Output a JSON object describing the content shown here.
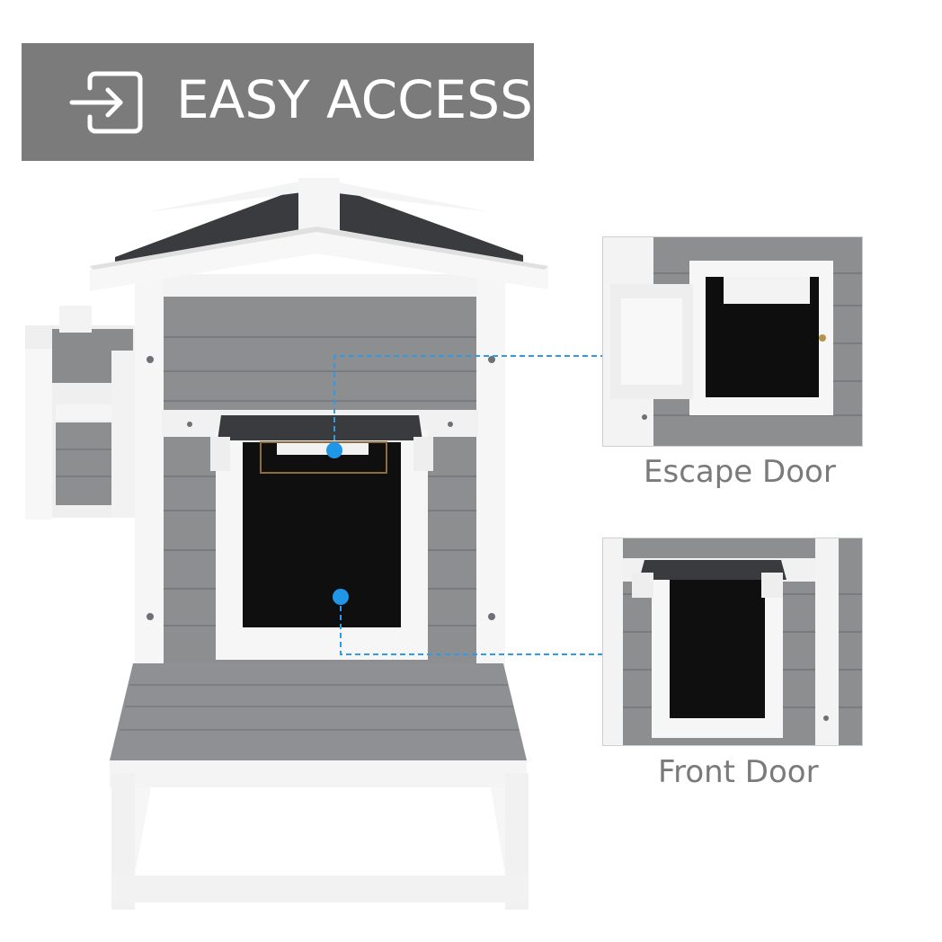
{
  "banner": {
    "title": "EASY ACCESS",
    "icon": "sign-in-icon",
    "background_color": "#7b7b7b",
    "text_color": "#ffffff"
  },
  "callouts": [
    {
      "label": "Escape Door",
      "marker_color": "#1f96e8"
    },
    {
      "label": "Front Door",
      "marker_color": "#1f96e8"
    }
  ],
  "colors": {
    "wall_gray": "#8d8e90",
    "trim_white": "#f4f4f4",
    "roof_black": "#3a3b3e",
    "door_dark": "#0d0d0d",
    "caption_gray": "#7a7a7a",
    "leader_line": "#2e9be6"
  }
}
